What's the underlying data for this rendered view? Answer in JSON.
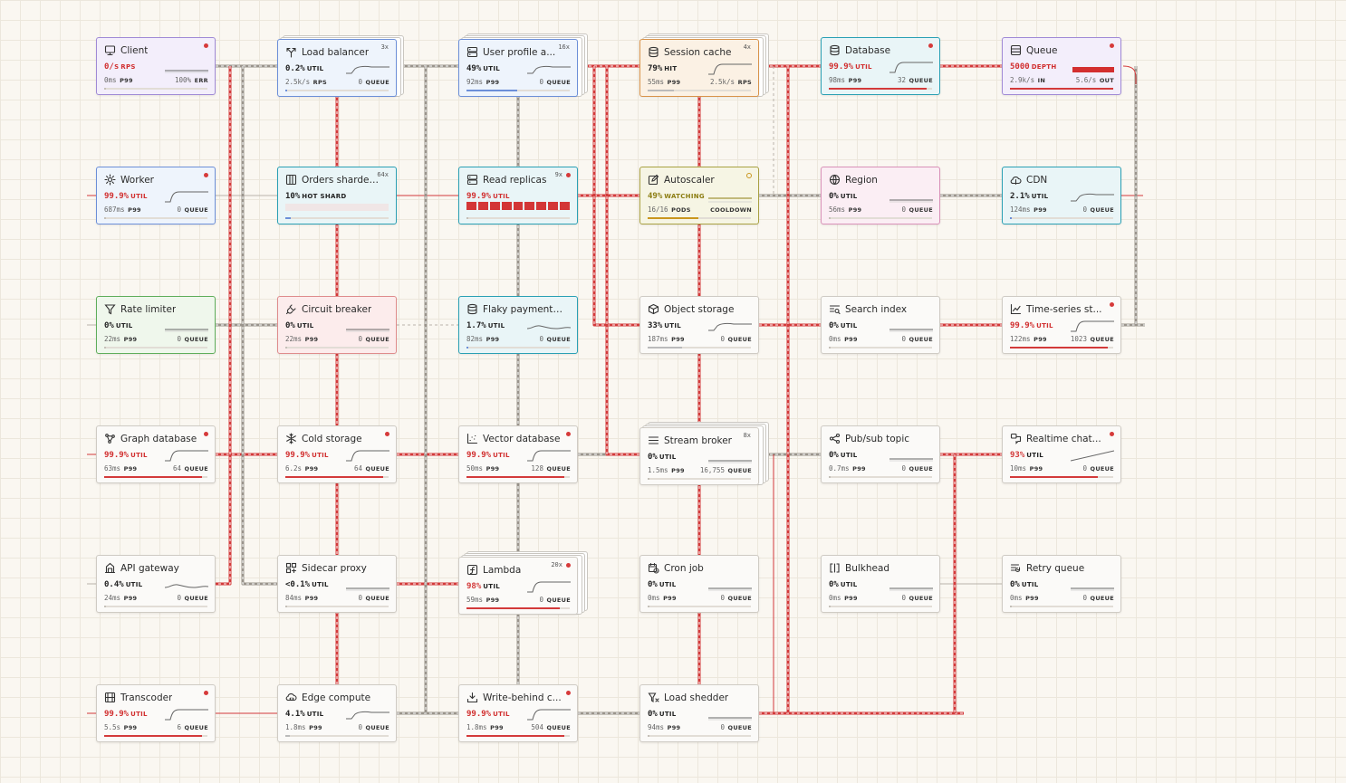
{
  "colors": {
    "hot": "#d33a3a",
    "wire": "#9a948c",
    "ok_bar": "#b7c4d8"
  },
  "nodes": [
    {
      "id": "client",
      "title": "Client",
      "icon": "monitor-icon",
      "theme": "purple",
      "col": 0,
      "row": 0,
      "dot": "red",
      "multiplier": "",
      "m1_val": "0/s",
      "m1_unit": "RPS",
      "m1_hot": true,
      "m2_val": "0ms",
      "m2_unit": "P99",
      "m3_val": "100%",
      "m3_unit": "ERR",
      "spark": "flat",
      "fill": 0
    },
    {
      "id": "load-balancer",
      "title": "Load balancer",
      "icon": "split-icon",
      "theme": "blue",
      "col": 1,
      "row": 0,
      "dot": "",
      "multiplier": "3x",
      "stack": 2,
      "m1_val": "0.2%",
      "m1_unit": "UTIL",
      "m1_hot": false,
      "m2_val": "2.5k/s",
      "m2_unit": "RPS",
      "m3_val": "0",
      "m3_unit": "QUEUE",
      "spark": "bump",
      "fill": 0.02
    },
    {
      "id": "user-profile",
      "title": "User profile a...",
      "icon": "server-icon",
      "theme": "blue",
      "col": 2,
      "row": 0,
      "dot": "",
      "multiplier": "16x",
      "stack": 3,
      "m1_val": "49%",
      "m1_unit": "UTIL",
      "m1_hot": false,
      "m2_val": "92ms",
      "m2_unit": "P99",
      "m3_val": "0",
      "m3_unit": "QUEUE",
      "spark": "bump",
      "fill": 0.49
    },
    {
      "id": "session-cache",
      "title": "Session cache",
      "icon": "database-icon",
      "theme": "orange",
      "col": 3,
      "row": 0,
      "dot": "",
      "multiplier": "4x",
      "stack": 3,
      "m1_val": "79%",
      "m1_unit": "HIT",
      "m1_hot": false,
      "m2_val": "55ms",
      "m2_unit": "P99",
      "m3_val": "2.5k/s",
      "m3_unit": "RPS",
      "spark": "rise",
      "fill": 0.25
    },
    {
      "id": "database",
      "title": "Database",
      "icon": "database-icon",
      "theme": "teal",
      "col": 4,
      "row": 0,
      "dot": "red",
      "multiplier": "",
      "m1_val": "99.9%",
      "m1_unit": "UTIL",
      "m1_hot": true,
      "m2_val": "98ms",
      "m2_unit": "P99",
      "m3_val": "32",
      "m3_unit": "QUEUE",
      "spark": "rise",
      "fill": 0.95
    },
    {
      "id": "queue",
      "title": "Queue",
      "icon": "queue-icon",
      "theme": "purple",
      "col": 5,
      "row": 0,
      "dot": "red",
      "multiplier": "",
      "m1_val": "5000",
      "m1_unit": "DEPTH",
      "m1_hot": true,
      "m2_val": "2.9k/s",
      "m2_unit": "IN",
      "m3_val": "5.6/s",
      "m3_unit": "OUT",
      "spark": "bar",
      "fill": 1
    },
    {
      "id": "worker",
      "title": "Worker",
      "icon": "gear-icon",
      "theme": "blue",
      "col": 0,
      "row": 1,
      "dot": "red",
      "multiplier": "",
      "m1_val": "99.9%",
      "m1_unit": "UTIL",
      "m1_hot": true,
      "m2_val": "687ms",
      "m2_unit": "P99",
      "m3_val": "0",
      "m3_unit": "QUEUE",
      "spark": "rise",
      "fill": 0
    },
    {
      "id": "orders-sharded",
      "title": "Orders sharded...",
      "icon": "columns-icon",
      "theme": "teal",
      "col": 1,
      "row": 1,
      "dot": "",
      "multiplier": "64x",
      "m1_val": "10%",
      "m1_unit": "HOT SHARD",
      "m1_hot": false,
      "m2_val": "",
      "m2_unit": "",
      "m3_val": "",
      "m3_unit": "",
      "spark": "hot",
      "fill": 0.05
    },
    {
      "id": "read-replicas",
      "title": "Read replicas",
      "icon": "server-icon",
      "theme": "teal",
      "col": 2,
      "row": 1,
      "dot": "red",
      "multiplier": "9x",
      "m1_val": "99.9%",
      "m1_unit": "UTIL",
      "m1_hot": true,
      "m2_val": "",
      "m2_unit": "",
      "m3_val": "",
      "m3_unit": "",
      "spark": "segments",
      "segments": 9,
      "fill": 0
    },
    {
      "id": "autoscaler",
      "title": "Autoscaler",
      "icon": "pencil-box-icon",
      "theme": "olive",
      "col": 3,
      "row": 1,
      "dot": "ring",
      "multiplier": "",
      "m1_val": "49%",
      "m1_unit": "WATCHING",
      "m1_hot": false,
      "m1_olive": true,
      "m2_val": "16/16",
      "m2_unit": "PODS",
      "m3_val": "",
      "m3_unit": "COOLDOWN",
      "spark": "olive",
      "fill": 0.49
    },
    {
      "id": "region",
      "title": "Region",
      "icon": "globe-icon",
      "theme": "pink",
      "col": 4,
      "row": 1,
      "dot": "",
      "multiplier": "",
      "m1_val": "0%",
      "m1_unit": "UTIL",
      "m1_hot": false,
      "m2_val": "56ms",
      "m2_unit": "P99",
      "m3_val": "0",
      "m3_unit": "QUEUE",
      "spark": "flat",
      "fill": 0
    },
    {
      "id": "cdn",
      "title": "CDN",
      "icon": "cloud-icon",
      "theme": "teal",
      "col": 5,
      "row": 1,
      "dot": "",
      "multiplier": "",
      "m1_val": "2.1%",
      "m1_unit": "UTIL",
      "m1_hot": false,
      "m2_val": "124ms",
      "m2_unit": "P99",
      "m3_val": "0",
      "m3_unit": "QUEUE",
      "spark": "bump",
      "fill": 0.02
    },
    {
      "id": "rate-limiter",
      "title": "Rate limiter",
      "icon": "filter-icon",
      "theme": "green",
      "col": 0,
      "row": 2,
      "dot": "",
      "multiplier": "",
      "m1_val": "0%",
      "m1_unit": "UTIL",
      "m1_hot": false,
      "m2_val": "22ms",
      "m2_unit": "P99",
      "m3_val": "0",
      "m3_unit": "QUEUE",
      "spark": "flat",
      "fill": 0
    },
    {
      "id": "circuit-breaker",
      "title": "Circuit breaker",
      "icon": "plug-icon",
      "theme": "rose",
      "col": 1,
      "row": 2,
      "dot": "",
      "multiplier": "",
      "m1_val": "0%",
      "m1_unit": "UTIL",
      "m1_hot": false,
      "m2_val": "22ms",
      "m2_unit": "P99",
      "m3_val": "0",
      "m3_unit": "QUEUE",
      "spark": "flat",
      "fill": 0
    },
    {
      "id": "flaky-payments",
      "title": "Flaky payments...",
      "icon": "database-icon",
      "theme": "teal",
      "col": 2,
      "row": 2,
      "dot": "",
      "multiplier": "",
      "m1_val": "1.7%",
      "m1_unit": "UTIL",
      "m1_hot": false,
      "m2_val": "82ms",
      "m2_unit": "P99",
      "m3_val": "0",
      "m3_unit": "QUEUE",
      "spark": "wave",
      "fill": 0.02
    },
    {
      "id": "object-storage",
      "title": "Object storage",
      "icon": "box-icon",
      "theme": "gray",
      "col": 3,
      "row": 2,
      "dot": "",
      "multiplier": "",
      "m1_val": "33%",
      "m1_unit": "UTIL",
      "m1_hot": false,
      "m2_val": "187ms",
      "m2_unit": "P99",
      "m3_val": "0",
      "m3_unit": "QUEUE",
      "spark": "bump",
      "fill": 0.33
    },
    {
      "id": "search-index",
      "title": "Search index",
      "icon": "search-list-icon",
      "theme": "gray",
      "col": 4,
      "row": 2,
      "dot": "",
      "multiplier": "",
      "m1_val": "0%",
      "m1_unit": "UTIL",
      "m1_hot": false,
      "m2_val": "0ms",
      "m2_unit": "P99",
      "m3_val": "0",
      "m3_unit": "QUEUE",
      "spark": "flat",
      "fill": 0
    },
    {
      "id": "time-series",
      "title": "Time-series st...",
      "icon": "chart-line-icon",
      "theme": "gray",
      "col": 5,
      "row": 2,
      "dot": "red",
      "multiplier": "",
      "m1_val": "99.9%",
      "m1_unit": "UTIL",
      "m1_hot": true,
      "m2_val": "122ms",
      "m2_unit": "P99",
      "m3_val": "1023",
      "m3_unit": "QUEUE",
      "spark": "rise",
      "fill": 0.95
    },
    {
      "id": "graph-database",
      "title": "Graph database",
      "icon": "graph-icon",
      "theme": "gray",
      "col": 0,
      "row": 3,
      "dot": "red",
      "multiplier": "",
      "m1_val": "99.9%",
      "m1_unit": "UTIL",
      "m1_hot": true,
      "m2_val": "63ms",
      "m2_unit": "P99",
      "m3_val": "64",
      "m3_unit": "QUEUE",
      "spark": "rise",
      "fill": 0.95
    },
    {
      "id": "cold-storage",
      "title": "Cold storage",
      "icon": "snowflake-icon",
      "theme": "gray",
      "col": 1,
      "row": 3,
      "dot": "red",
      "multiplier": "",
      "m1_val": "99.9%",
      "m1_unit": "UTIL",
      "m1_hot": true,
      "m2_val": "6.2s",
      "m2_unit": "P99",
      "m3_val": "64",
      "m3_unit": "QUEUE",
      "spark": "rise",
      "fill": 0.95
    },
    {
      "id": "vector-database",
      "title": "Vector database",
      "icon": "scatter-icon",
      "theme": "gray",
      "col": 2,
      "row": 3,
      "dot": "red",
      "multiplier": "",
      "m1_val": "99.9%",
      "m1_unit": "UTIL",
      "m1_hot": true,
      "m2_val": "50ms",
      "m2_unit": "P99",
      "m3_val": "128",
      "m3_unit": "QUEUE",
      "spark": "rise",
      "fill": 0.95
    },
    {
      "id": "stream-broker",
      "title": "Stream broker",
      "icon": "list-icon",
      "theme": "gray",
      "col": 3,
      "row": 3,
      "dot": "",
      "multiplier": "8x",
      "stack": 3,
      "m1_val": "0%",
      "m1_unit": "UTIL",
      "m1_hot": false,
      "m2_val": "1.5ms",
      "m2_unit": "P99",
      "m3_val": "16,755",
      "m3_unit": "QUEUE",
      "spark": "flat",
      "fill": 0
    },
    {
      "id": "pubsub-topic",
      "title": "Pub/sub topic",
      "icon": "share-icon",
      "theme": "gray",
      "col": 4,
      "row": 3,
      "dot": "",
      "multiplier": "",
      "m1_val": "0%",
      "m1_unit": "UTIL",
      "m1_hot": false,
      "m2_val": "0.7ms",
      "m2_unit": "P99",
      "m3_val": "0",
      "m3_unit": "QUEUE",
      "spark": "flat",
      "fill": 0
    },
    {
      "id": "realtime-chat",
      "title": "Realtime chat...",
      "icon": "chat-icon",
      "theme": "gray",
      "col": 5,
      "row": 3,
      "dot": "red",
      "multiplier": "",
      "m1_val": "93%",
      "m1_unit": "UTIL",
      "m1_hot": false,
      "m1_redval": true,
      "m2_val": "10ms",
      "m2_unit": "P99",
      "m3_val": "0",
      "m3_unit": "QUEUE",
      "spark": "ramp",
      "fill": 0.85
    },
    {
      "id": "api-gateway",
      "title": "API gateway",
      "icon": "gateway-icon",
      "theme": "gray",
      "col": 0,
      "row": 4,
      "dot": "",
      "multiplier": "",
      "m1_val": "0.4%",
      "m1_unit": "UTIL",
      "m1_hot": false,
      "m2_val": "24ms",
      "m2_unit": "P99",
      "m3_val": "0",
      "m3_unit": "QUEUE",
      "spark": "wave",
      "fill": 0
    },
    {
      "id": "sidecar-proxy",
      "title": "Sidecar proxy",
      "icon": "grid-plus-icon",
      "theme": "gray",
      "col": 1,
      "row": 4,
      "dot": "",
      "multiplier": "",
      "m1_val": "<0.1%",
      "m1_unit": "UTIL",
      "m1_hot": false,
      "m2_val": "84ms",
      "m2_unit": "P99",
      "m3_val": "0",
      "m3_unit": "QUEUE",
      "spark": "flat",
      "fill": 0
    },
    {
      "id": "lambda",
      "title": "Lambda",
      "icon": "function-icon",
      "theme": "gray",
      "col": 2,
      "row": 4,
      "dot": "red",
      "multiplier": "20x",
      "stack": 3,
      "m1_val": "98%",
      "m1_unit": "UTIL",
      "m1_hot": false,
      "m1_redval": true,
      "m2_val": "59ms",
      "m2_unit": "P99",
      "m3_val": "0",
      "m3_unit": "QUEUE",
      "spark": "rise",
      "fill": 0.9
    },
    {
      "id": "cron-job",
      "title": "Cron job",
      "icon": "calendar-clock-icon",
      "theme": "gray",
      "col": 3,
      "row": 4,
      "dot": "",
      "multiplier": "",
      "m1_val": "0%",
      "m1_unit": "UTIL",
      "m1_hot": false,
      "m2_val": "0ms",
      "m2_unit": "P99",
      "m3_val": "0",
      "m3_unit": "QUEUE",
      "spark": "flat",
      "fill": 0
    },
    {
      "id": "bulkhead",
      "title": "Bulkhead",
      "icon": "bulkhead-icon",
      "theme": "gray",
      "col": 4,
      "row": 4,
      "dot": "",
      "multiplier": "",
      "m1_val": "0%",
      "m1_unit": "UTIL",
      "m1_hot": false,
      "m2_val": "0ms",
      "m2_unit": "P99",
      "m3_val": "0",
      "m3_unit": "QUEUE",
      "spark": "flat",
      "fill": 0
    },
    {
      "id": "retry-queue",
      "title": "Retry queue",
      "icon": "retry-list-icon",
      "theme": "gray",
      "col": 5,
      "row": 4,
      "dot": "",
      "multiplier": "",
      "m1_val": "0%",
      "m1_unit": "UTIL",
      "m1_hot": false,
      "m2_val": "0ms",
      "m2_unit": "P99",
      "m3_val": "0",
      "m3_unit": "QUEUE",
      "spark": "flat",
      "fill": 0
    },
    {
      "id": "transcoder",
      "title": "Transcoder",
      "icon": "film-icon",
      "theme": "gray",
      "col": 0,
      "row": 5,
      "dot": "red",
      "multiplier": "",
      "m1_val": "99.9%",
      "m1_unit": "UTIL",
      "m1_hot": true,
      "m2_val": "5.5s",
      "m2_unit": "P99",
      "m3_val": "6",
      "m3_unit": "QUEUE",
      "spark": "rise",
      "fill": 0.95
    },
    {
      "id": "edge-compute",
      "title": "Edge compute",
      "icon": "cloud-code-icon",
      "theme": "gray",
      "col": 1,
      "row": 5,
      "dot": "",
      "multiplier": "",
      "m1_val": "4.1%",
      "m1_unit": "UTIL",
      "m1_hot": false,
      "m2_val": "1.8ms",
      "m2_unit": "P99",
      "m3_val": "0",
      "m3_unit": "QUEUE",
      "spark": "bump",
      "fill": 0.04
    },
    {
      "id": "write-behind",
      "title": "Write-behind c...",
      "icon": "download-tray-icon",
      "theme": "gray",
      "col": 2,
      "row": 5,
      "dot": "red",
      "multiplier": "",
      "m1_val": "99.9%",
      "m1_unit": "UTIL",
      "m1_hot": true,
      "m2_val": "1.8ms",
      "m2_unit": "P99",
      "m3_val": "504",
      "m3_unit": "QUEUE",
      "spark": "rise",
      "fill": 0.95
    },
    {
      "id": "load-shedder",
      "title": "Load shedder",
      "icon": "funnel-x-icon",
      "theme": "gray",
      "col": 3,
      "row": 5,
      "dot": "",
      "multiplier": "",
      "m1_val": "0%",
      "m1_unit": "UTIL",
      "m1_hot": false,
      "m2_val": "94ms",
      "m2_unit": "P99",
      "m3_val": "0",
      "m3_unit": "QUEUE",
      "spark": "flat",
      "fill": 0
    }
  ]
}
